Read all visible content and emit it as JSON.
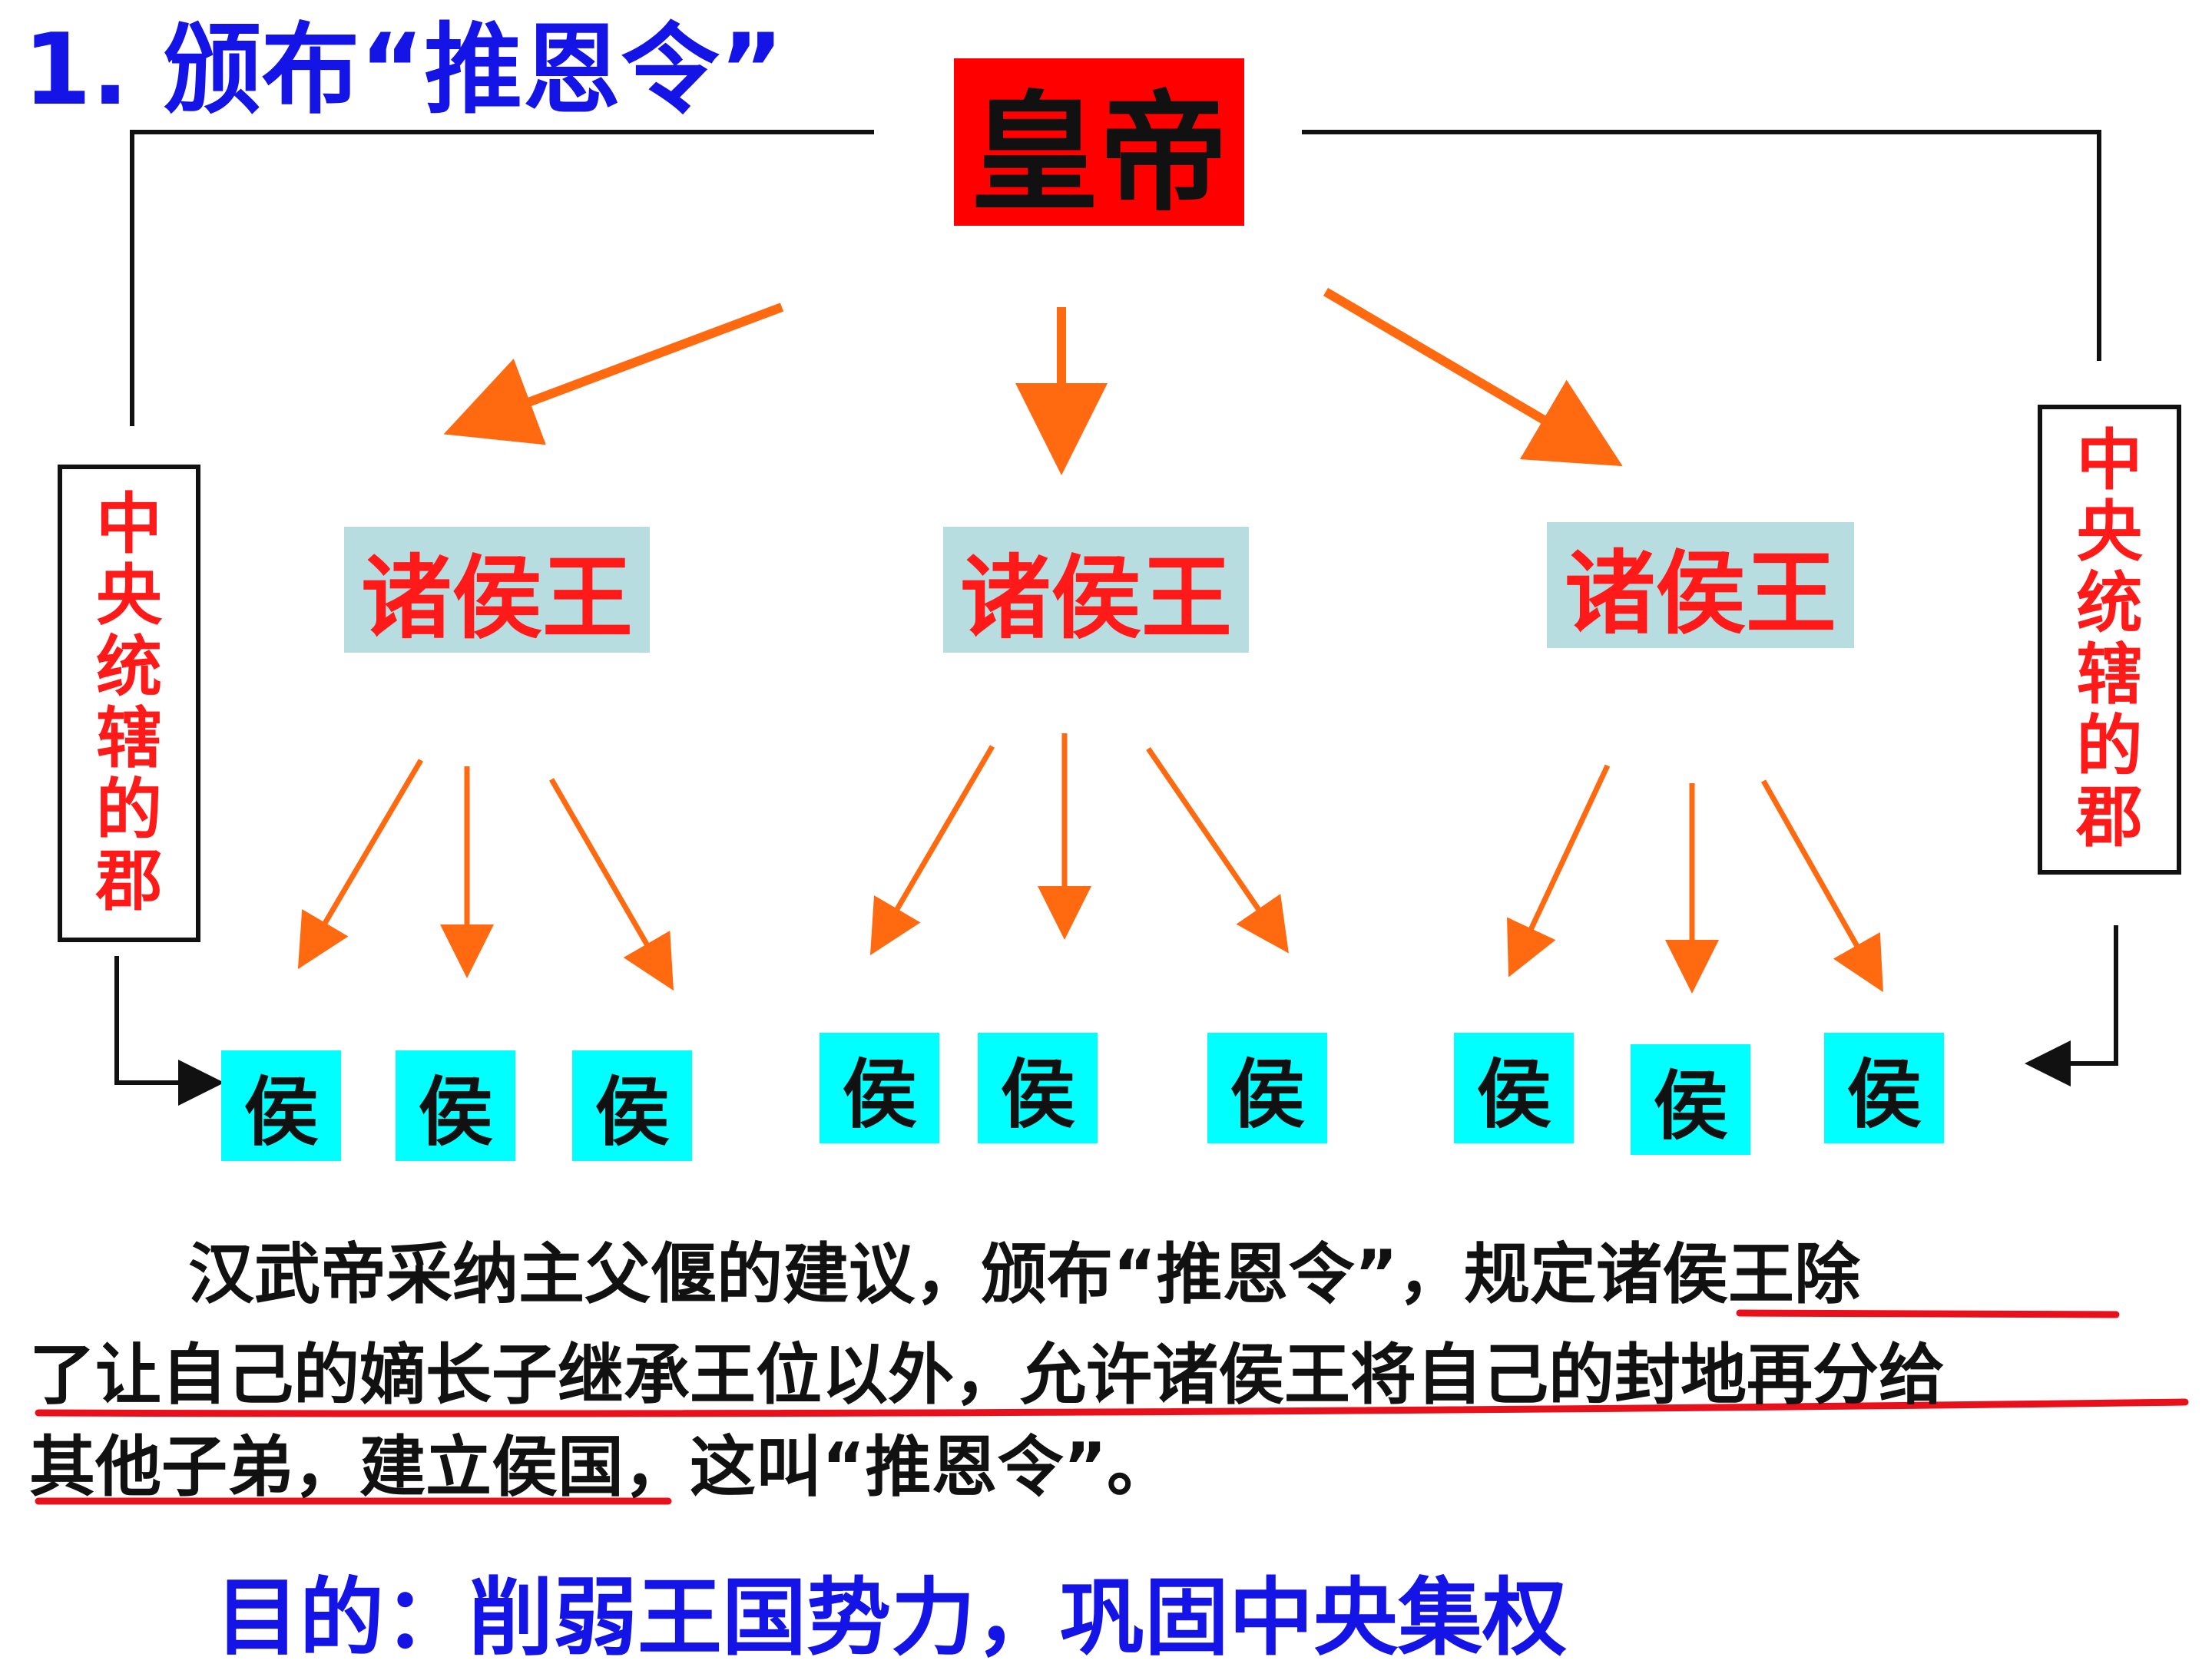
{
  "title": "1. 颁布“推恩令”",
  "emperor": "皇帝",
  "princes": [
    "诸侯王",
    "诸侯王",
    "诸侯王"
  ],
  "marquises": [
    "侯",
    "侯",
    "侯",
    "侯",
    "侯",
    "侯",
    "侯",
    "侯",
    "侯"
  ],
  "commandery_left": [
    "中",
    "央",
    "统",
    "辖",
    "的",
    "郡"
  ],
  "commandery_right": [
    "中",
    "央",
    "统",
    "辖",
    "的",
    "郡"
  ],
  "body_lines": [
    "汉武帝采纳主父偃的建议，颁布“推恩令”，规定诸侯王除",
    "了让自己的嫡长子继承王位以外，允许诸侯王将自己的封地再分给",
    "其他子弟，建立侯国，这叫“推恩令”。"
  ],
  "purpose": "目的：削弱王国势力，巩固中央集权",
  "colors": {
    "title": "#1414e6",
    "emperor_box": "#ff0000",
    "prince_box": "#b7dde0",
    "prince_text": "#ff1a1a",
    "marquis_box": "#00ffff",
    "arrow": "#ff6a10",
    "underline": "#e8101a"
  }
}
